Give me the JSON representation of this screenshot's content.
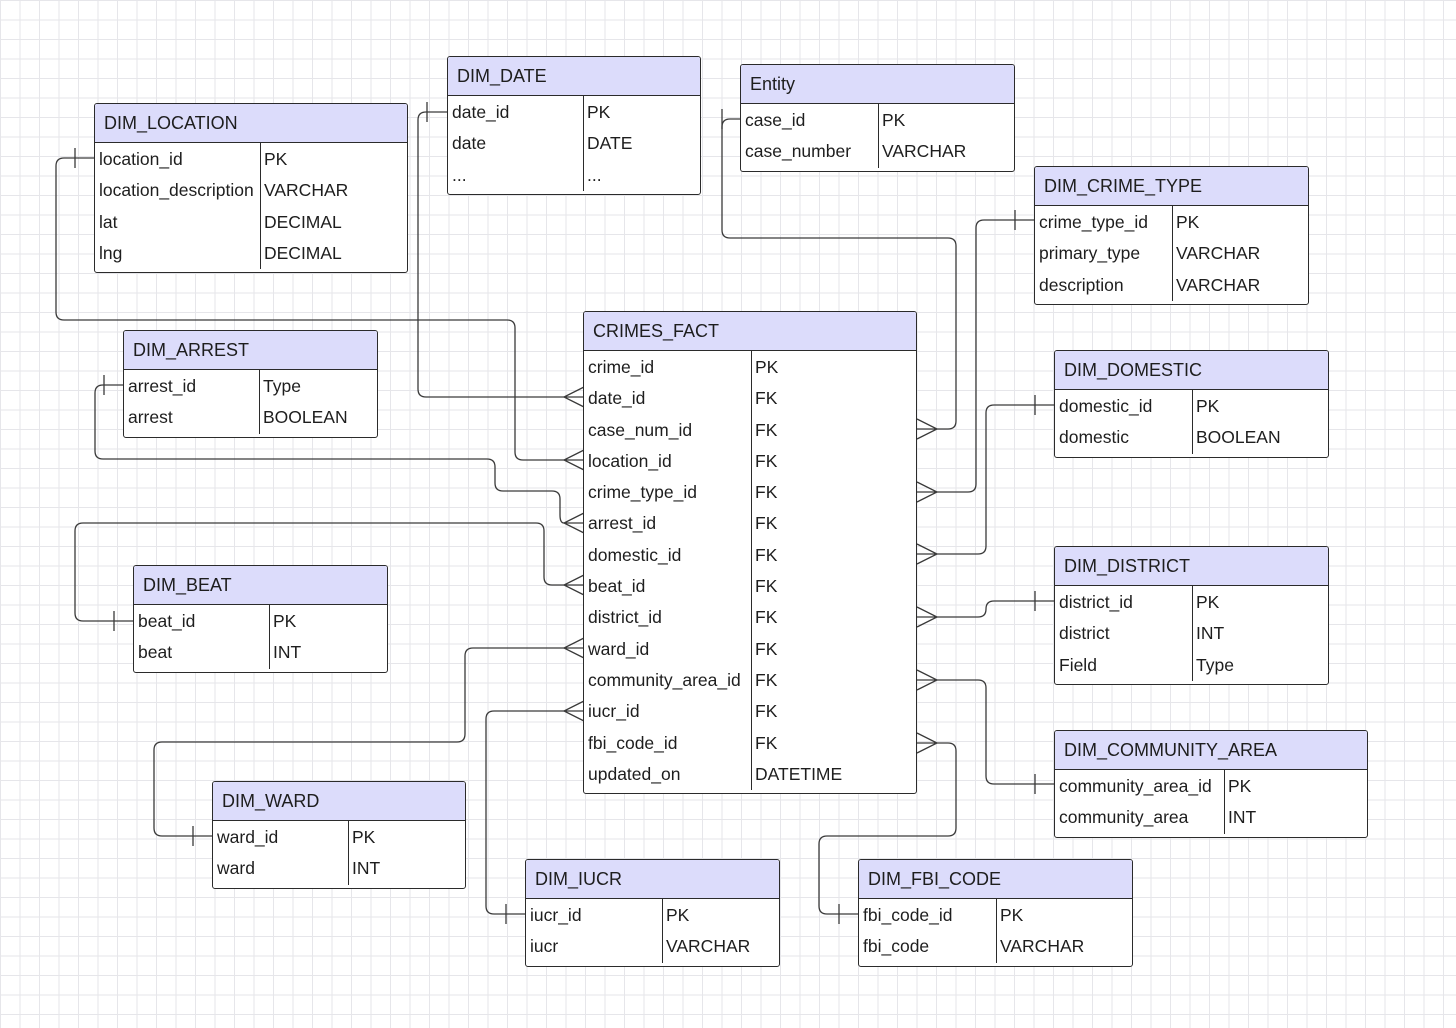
{
  "diagram": {
    "entities": [
      {
        "id": "dim_date",
        "title": "DIM_DATE",
        "fields": [
          {
            "name": "date_id",
            "type": "PK"
          },
          {
            "name": "date",
            "type": "DATE"
          },
          {
            "name": "...",
            "type": "..."
          }
        ]
      },
      {
        "id": "entity",
        "title": "Entity",
        "fields": [
          {
            "name": "case_id",
            "type": "PK"
          },
          {
            "name": "case_number",
            "type": "VARCHAR"
          }
        ]
      },
      {
        "id": "dim_location",
        "title": "DIM_LOCATION",
        "fields": [
          {
            "name": "location_id",
            "type": "PK"
          },
          {
            "name": "location_description",
            "type": "VARCHAR"
          },
          {
            "name": "lat",
            "type": "DECIMAL"
          },
          {
            "name": "lng",
            "type": "DECIMAL"
          }
        ]
      },
      {
        "id": "dim_crime_type",
        "title": "DIM_CRIME_TYPE",
        "fields": [
          {
            "name": "crime_type_id",
            "type": "PK"
          },
          {
            "name": "primary_type",
            "type": "VARCHAR"
          },
          {
            "name": "description",
            "type": "VARCHAR"
          }
        ]
      },
      {
        "id": "dim_arrest",
        "title": "DIM_ARREST",
        "fields": [
          {
            "name": "arrest_id",
            "type": "Type"
          },
          {
            "name": "arrest",
            "type": "BOOLEAN"
          }
        ]
      },
      {
        "id": "crimes_fact",
        "title": "CRIMES_FACT",
        "fields": [
          {
            "name": "crime_id",
            "type": "PK"
          },
          {
            "name": "date_id",
            "type": "FK"
          },
          {
            "name": "case_num_id",
            "type": "FK"
          },
          {
            "name": "location_id",
            "type": "FK"
          },
          {
            "name": "crime_type_id",
            "type": "FK"
          },
          {
            "name": "arrest_id",
            "type": "FK"
          },
          {
            "name": "domestic_id",
            "type": "FK"
          },
          {
            "name": "beat_id",
            "type": "FK"
          },
          {
            "name": "district_id",
            "type": "FK"
          },
          {
            "name": "ward_id",
            "type": "FK"
          },
          {
            "name": "community_area_id",
            "type": "FK"
          },
          {
            "name": "iucr_id",
            "type": "FK"
          },
          {
            "name": "fbi_code_id",
            "type": "FK"
          },
          {
            "name": "updated_on",
            "type": "DATETIME"
          }
        ]
      },
      {
        "id": "dim_domestic",
        "title": "DIM_DOMESTIC",
        "fields": [
          {
            "name": "domestic_id",
            "type": "PK"
          },
          {
            "name": "domestic",
            "type": "BOOLEAN"
          }
        ]
      },
      {
        "id": "dim_beat",
        "title": "DIM_BEAT",
        "fields": [
          {
            "name": "beat_id",
            "type": "PK"
          },
          {
            "name": "beat",
            "type": "INT"
          }
        ]
      },
      {
        "id": "dim_district",
        "title": "DIM_DISTRICT",
        "fields": [
          {
            "name": "district_id",
            "type": "PK"
          },
          {
            "name": "district",
            "type": "INT"
          },
          {
            "name": "Field",
            "type": "Type"
          }
        ]
      },
      {
        "id": "dim_community_area",
        "title": "DIM_COMMUNITY_AREA",
        "fields": [
          {
            "name": "community_area_id",
            "type": "PK"
          },
          {
            "name": "community_area",
            "type": "INT"
          }
        ]
      },
      {
        "id": "dim_ward",
        "title": "DIM_WARD",
        "fields": [
          {
            "name": "ward_id",
            "type": "PK"
          },
          {
            "name": "ward",
            "type": "INT"
          }
        ]
      },
      {
        "id": "dim_iucr",
        "title": "DIM_IUCR",
        "fields": [
          {
            "name": "iucr_id",
            "type": "PK"
          },
          {
            "name": "iucr",
            "type": "VARCHAR"
          }
        ]
      },
      {
        "id": "dim_fbi_code",
        "title": "DIM_FBI_CODE",
        "fields": [
          {
            "name": "fbi_code_id",
            "type": "PK"
          },
          {
            "name": "fbi_code",
            "type": "VARCHAR"
          }
        ]
      }
    ],
    "relationships": [
      {
        "from": "dim_date",
        "to": "crimes_fact",
        "cardinality": "one-to-many"
      },
      {
        "from": "entity",
        "to": "crimes_fact",
        "cardinality": "one-to-many"
      },
      {
        "from": "dim_location",
        "to": "crimes_fact",
        "cardinality": "one-to-many"
      },
      {
        "from": "dim_crime_type",
        "to": "crimes_fact",
        "cardinality": "one-to-many"
      },
      {
        "from": "dim_arrest",
        "to": "crimes_fact",
        "cardinality": "one-to-many"
      },
      {
        "from": "dim_domestic",
        "to": "crimes_fact",
        "cardinality": "one-to-many"
      },
      {
        "from": "dim_beat",
        "to": "crimes_fact",
        "cardinality": "one-to-many"
      },
      {
        "from": "dim_district",
        "to": "crimes_fact",
        "cardinality": "one-to-many"
      },
      {
        "from": "dim_community_area",
        "to": "crimes_fact",
        "cardinality": "one-to-many"
      },
      {
        "from": "dim_ward",
        "to": "crimes_fact",
        "cardinality": "one-to-many"
      },
      {
        "from": "dim_iucr",
        "to": "crimes_fact",
        "cardinality": "one-to-many"
      },
      {
        "from": "dim_fbi_code",
        "to": "crimes_fact",
        "cardinality": "one-to-many"
      }
    ]
  }
}
